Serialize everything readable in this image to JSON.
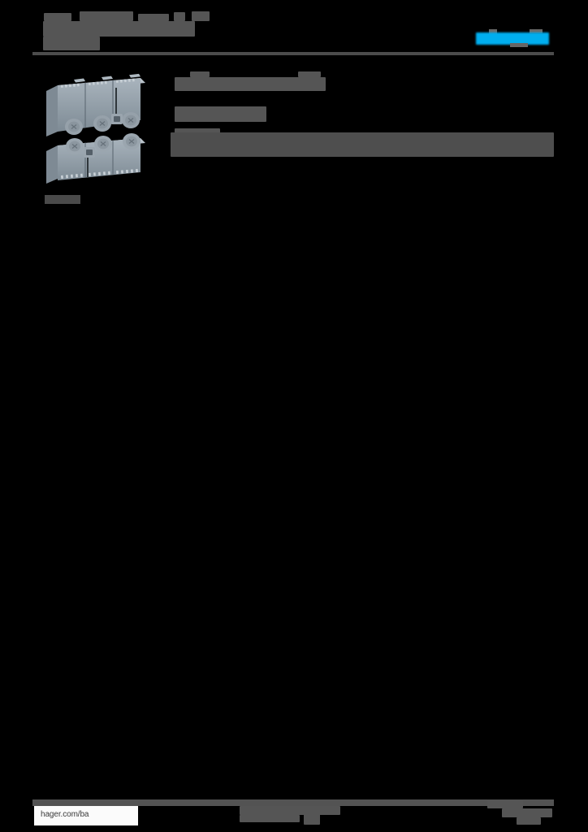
{
  "document": {
    "kind": "product-datasheet-page",
    "page_background": "#000000",
    "redaction_color": "#555555",
    "brand_color": "#00AEEF"
  },
  "header": {
    "title_redacted": true,
    "title_text": "",
    "subtitle_text": "",
    "logo": {
      "name": "hager",
      "color": "#00AEEF",
      "redacted": true
    },
    "rule_color": "#4c4c4c"
  },
  "figure": {
    "caption_text": "",
    "caption_redacted": true,
    "alt": "grey terminal shroud covers, three-pole, two units shown",
    "colors": {
      "body_light": "#b9c2c9",
      "body_mid": "#97a3ac",
      "body_dark": "#6e7b85",
      "body_shadow": "#56626b",
      "accent_dark": "#3f474d"
    }
  },
  "content": {
    "section_1": {
      "small_label_left": "",
      "small_label_right": "",
      "heading_text": "",
      "redacted": true
    },
    "section_2": {
      "heading_text": "",
      "redacted": true
    },
    "section_3": {
      "label_text": "",
      "band_text": "",
      "redacted": true
    }
  },
  "footer": {
    "url": "hager.com/ba",
    "center_line_1": "",
    "center_line_2": "",
    "page_number": "",
    "rule_color": "#535353",
    "url_box_background": "#fbfbfb"
  }
}
